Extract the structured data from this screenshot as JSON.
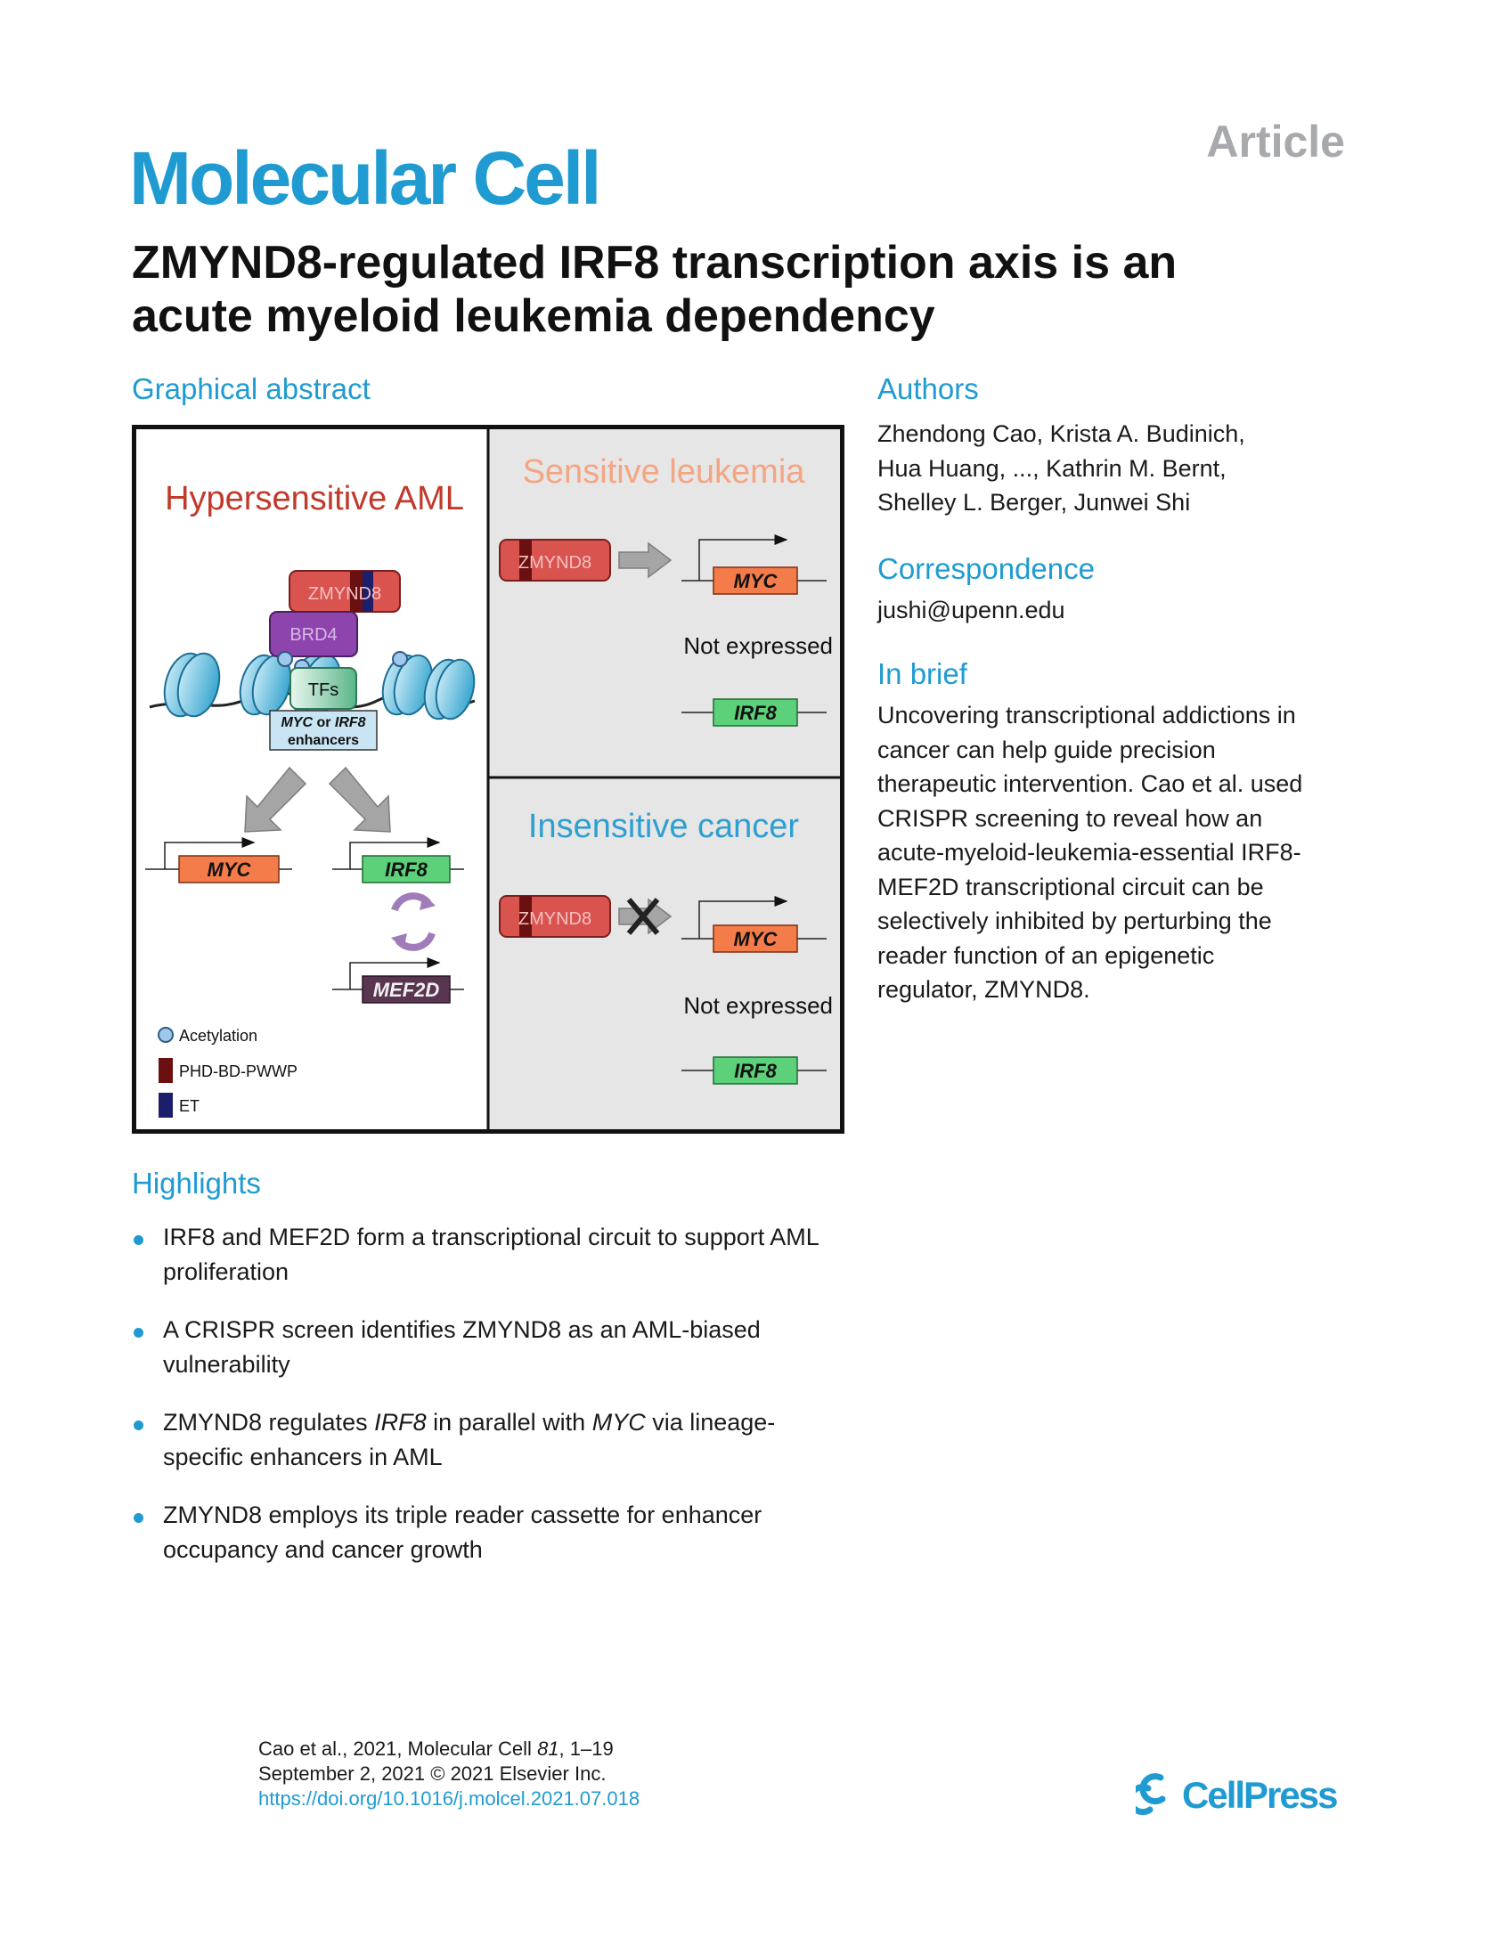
{
  "header": {
    "article_label": "Article",
    "journal": "Molecular Cell",
    "title_line1": "ZMYND8-regulated IRF8 transcription axis is an",
    "title_line2": "acute myeloid leukemia dependency"
  },
  "graphical_abstract": {
    "heading": "Graphical abstract",
    "left": {
      "title": "Hypersensitive AML",
      "zmynd8": "ZMYND8",
      "brd4": "BRD4",
      "tfs": "TFs",
      "enhancer_italic": "MYC",
      "enhancer_or": " or ",
      "enhancer_italic2": "IRF8",
      "enhancer_line2": "enhancers",
      "myc": "MYC",
      "irf8": "IRF8",
      "mef2d": "MEF2D"
    },
    "legend": {
      "acetylation": "Acetylation",
      "phd": "PHD-BD-PWWP",
      "et": "ET"
    },
    "top_right": {
      "title": "Sensitive leukemia",
      "zmynd8": "ZMYND8",
      "myc": "MYC",
      "not_expressed": "Not expressed",
      "irf8": "IRF8"
    },
    "bottom_right": {
      "title": "Insensitive cancer",
      "zmynd8": "ZMYND8",
      "myc": "MYC",
      "not_expressed": "Not expressed",
      "irf8": "IRF8"
    },
    "colors": {
      "hypersensitive": "#c0392b",
      "sensitive": "#f4a582",
      "insensitive": "#2e9fd1",
      "zmynd8": "#d9534f",
      "brd4": "#8e44ad",
      "myc": "#f47c4a",
      "irf8": "#5dd07a",
      "mef2d": "#5a3550"
    }
  },
  "authors": {
    "heading": "Authors",
    "line1": "Zhendong Cao, Krista A. Budinich,",
    "line2": "Hua Huang, ..., Kathrin M. Bernt,",
    "line3": "Shelley L. Berger, Junwei Shi"
  },
  "correspondence": {
    "heading": "Correspondence",
    "email": "jushi@upenn.edu"
  },
  "in_brief": {
    "heading": "In brief",
    "lines": [
      "Uncovering transcriptional addictions in",
      "cancer can help guide precision",
      "therapeutic intervention. Cao et al. used",
      "CRISPR screening to reveal how an",
      "acute-myeloid-leukemia-essential IRF8-",
      "MEF2D transcriptional circuit can be",
      "selectively inhibited by perturbing the",
      "reader function of an epigenetic",
      "regulator, ZMYND8."
    ]
  },
  "highlights": {
    "heading": "Highlights",
    "h1_line1": "IRF8 and MEF2D form a transcriptional circuit to support AML",
    "h1_line2": "proliferation",
    "h2_line1": "A CRISPR screen identifies ZMYND8 as an AML-biased",
    "h2_line2": "vulnerability",
    "h3_a": "ZMYND8 regulates ",
    "h3_b": "IRF8",
    "h3_c": " in parallel with ",
    "h3_d": "MYC",
    "h3_e": " via lineage-",
    "h3_line2": "specific enhancers in AML",
    "h4_line1": "ZMYND8 employs its triple reader cassette for enhancer",
    "h4_line2": "occupancy and cancer growth"
  },
  "citation": {
    "line1_a": "Cao et al., 2021, Molecular Cell ",
    "line1_b": "81",
    "line1_c": ", 1–19",
    "line2": "September 2, 2021 © 2021 Elsevier Inc.",
    "doi": "https://doi.org/10.1016/j.molcel.2021.07.018"
  },
  "publisher": {
    "name": "CellPress",
    "color": "#1f9bd2"
  }
}
